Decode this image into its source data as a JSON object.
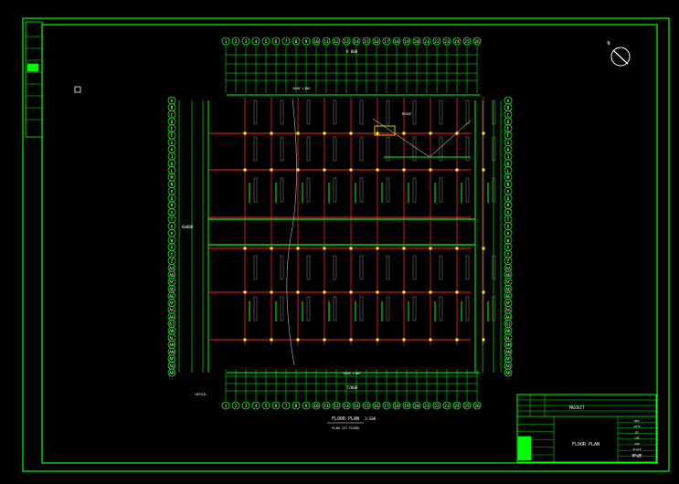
{
  "drawing": {
    "title": "FLOOR PLAN",
    "scale": "1:100",
    "subtitle": "PLAN 1ST FLOOR",
    "north_symbol": "N"
  },
  "grid": {
    "columns": [
      "1",
      "2",
      "3",
      "4",
      "5",
      "6",
      "7",
      "8",
      "9",
      "10",
      "11",
      "12",
      "13",
      "14",
      "15",
      "16",
      "17",
      "18",
      "19",
      "20",
      "21",
      "22",
      "23",
      "24",
      "25",
      "26"
    ],
    "rows": [
      "A",
      "B",
      "C",
      "D",
      "E",
      "F",
      "G",
      "H",
      "J",
      "K",
      "L",
      "M",
      "N",
      "P",
      "Q",
      "R",
      "S",
      "T",
      "U",
      "V",
      "W",
      "X",
      "Y",
      "Z",
      "AA",
      "AB",
      "AC",
      "AD",
      "AE",
      "AF",
      "AG",
      "AH",
      "AJ",
      "AK",
      "AL",
      "AM",
      "AN",
      "AP",
      "AQ",
      "AR"
    ]
  },
  "dimensions": {
    "top_span": "9 000",
    "bottom_span": "72000",
    "left_span": "60000"
  },
  "notes": {
    "top_note": "ROOF LINE",
    "ridge_note": "RIDGE",
    "bottom_note": "ROOF LINE",
    "left_note": "DETAIL"
  },
  "title_block": {
    "project": "PROJECT",
    "drawing_no": "A-01",
    "sheet_title": "FLOOR PLAN",
    "rows": [
      "REV",
      "DATE",
      "BY",
      "CHK",
      "APP",
      "SCALE",
      "DWG NO"
    ]
  },
  "colors": {
    "frame": "#00ff00",
    "grid_red": "#ff2020",
    "text": "#ffffff",
    "highlight": "#ffff00",
    "background": "#000000"
  }
}
